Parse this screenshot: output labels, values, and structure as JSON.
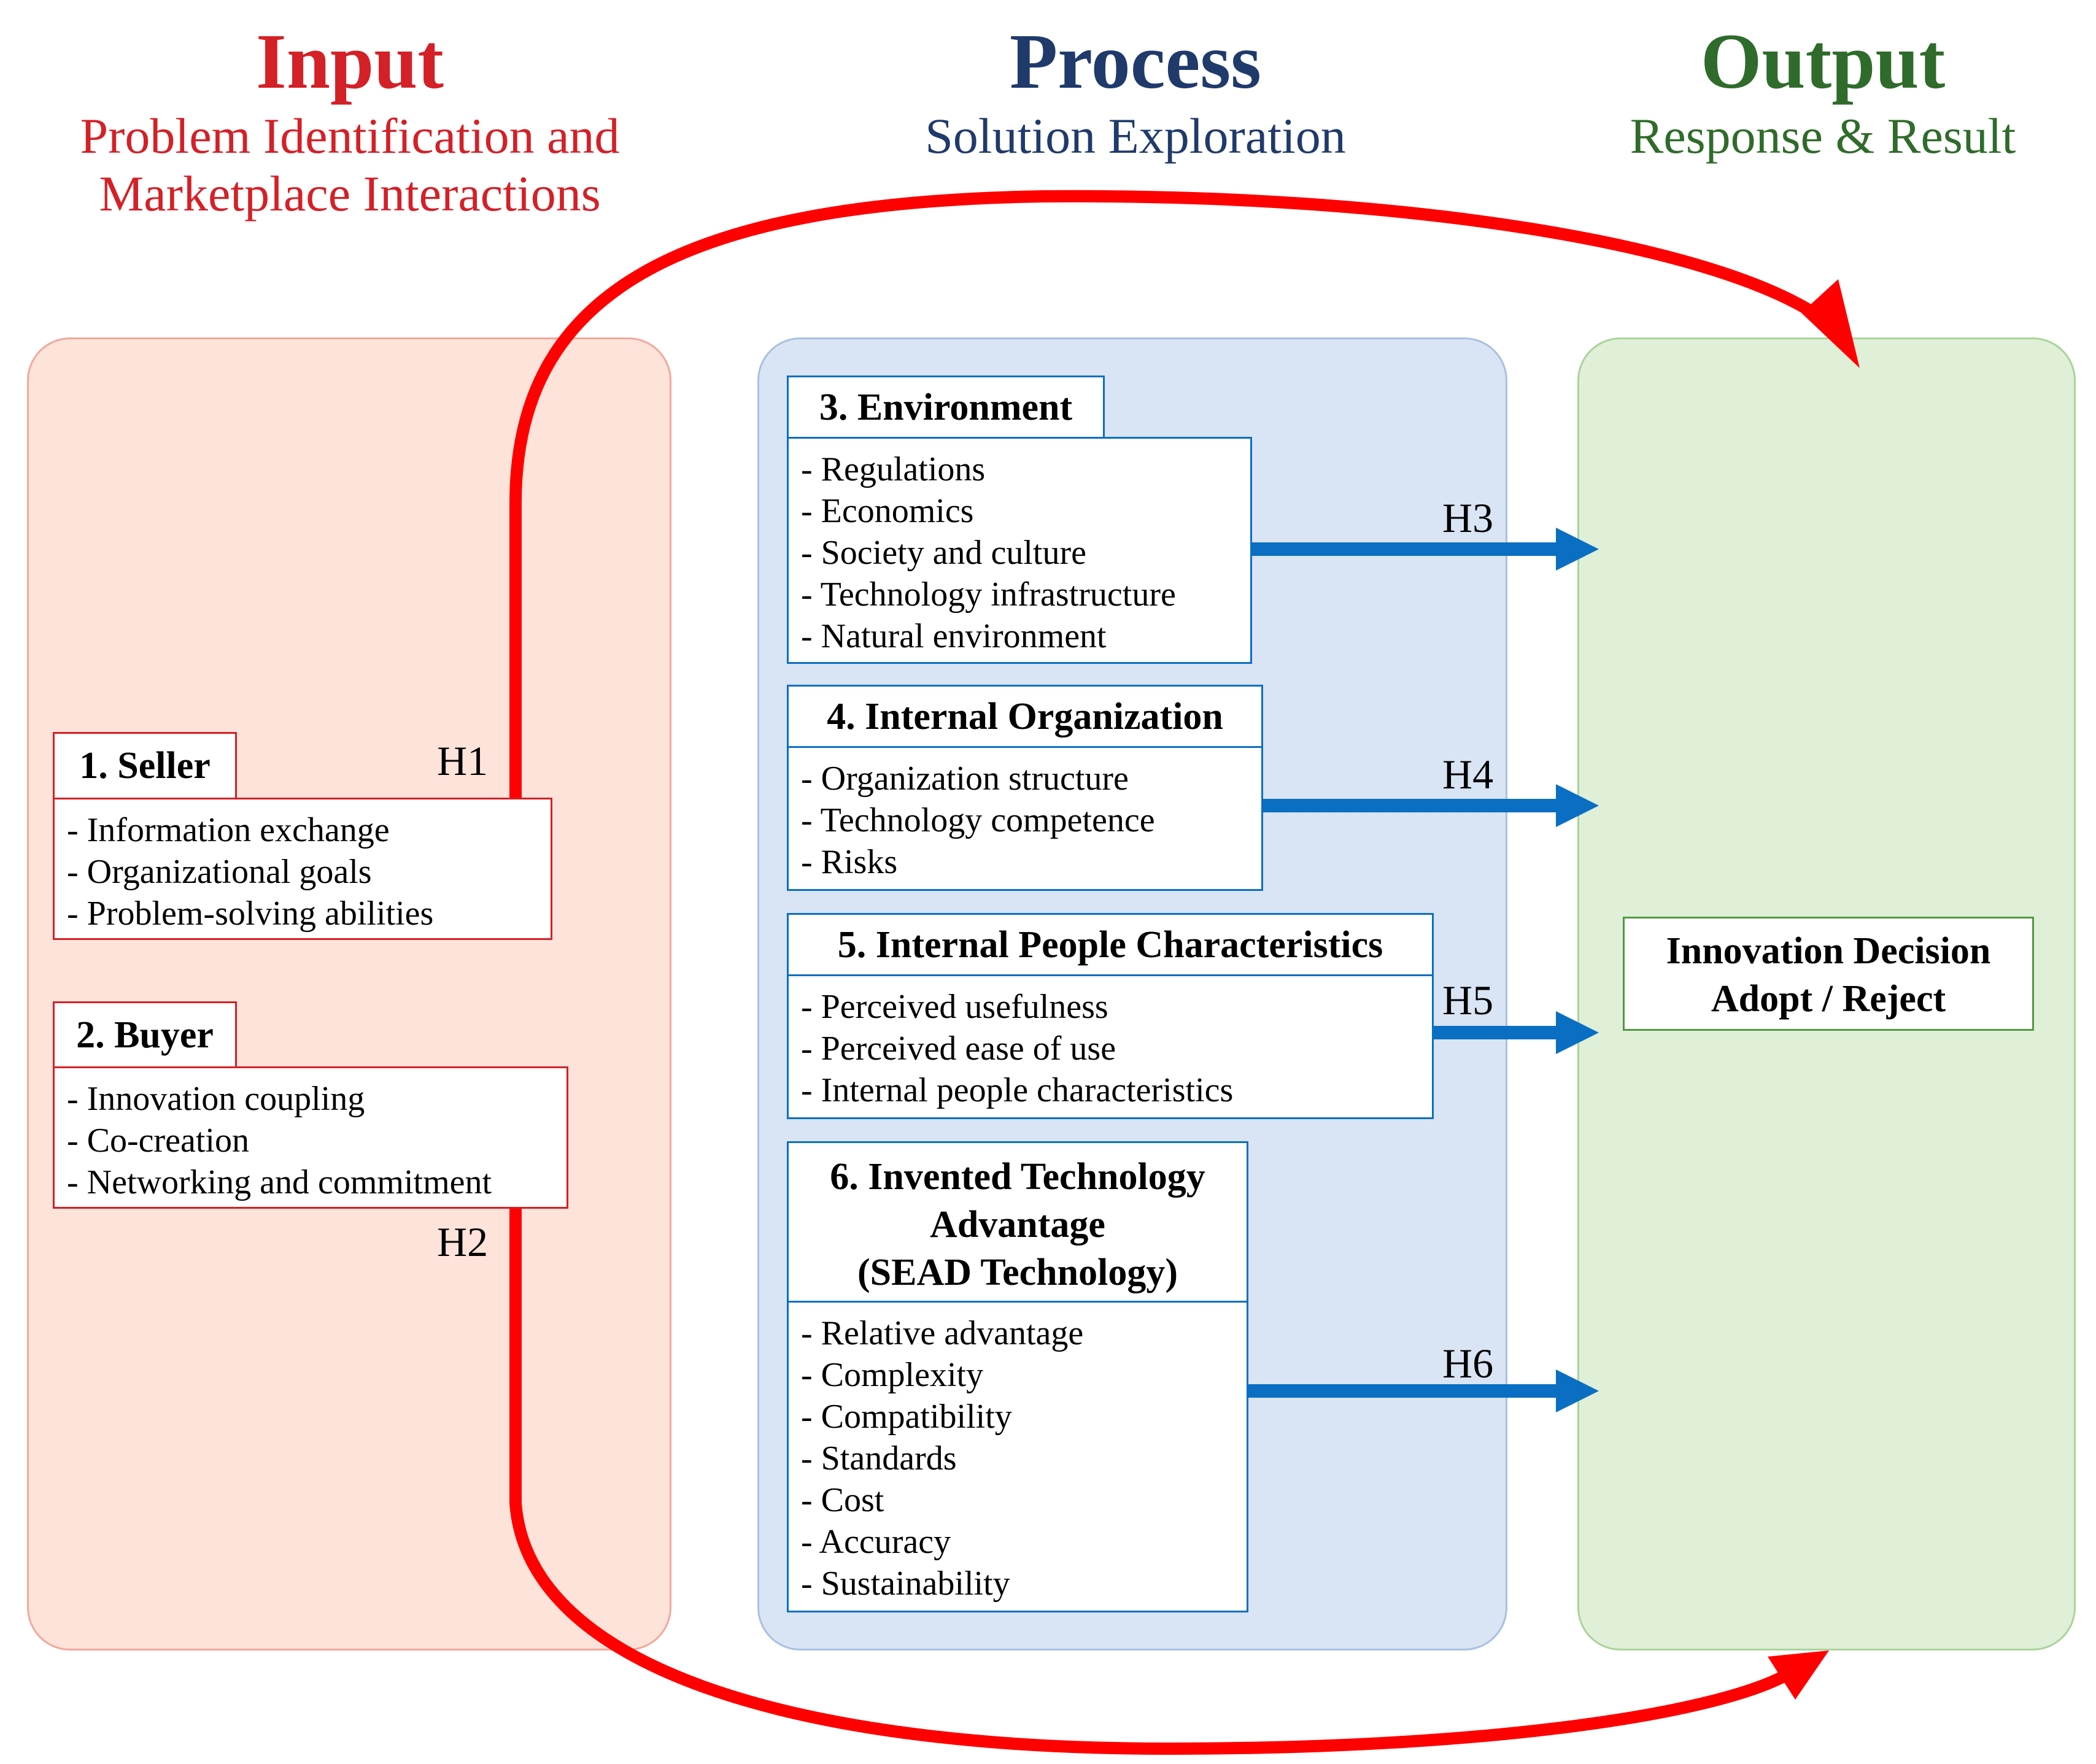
{
  "input": {
    "title": "Input",
    "subtitle_line1": "Problem Identification and",
    "subtitle_line2": "Marketplace Interactions",
    "color": "#d42027"
  },
  "process": {
    "title": "Process",
    "subtitle": "Solution Exploration",
    "color": "#1f3a6b"
  },
  "output": {
    "title": "Output",
    "subtitle": "Response & Result",
    "color": "#2f6b2a"
  },
  "seller": {
    "header": "1. Seller",
    "items": [
      "- Information exchange",
      "- Organizational goals",
      "- Problem-solving abilities"
    ]
  },
  "buyer": {
    "header": "2. Buyer",
    "items": [
      "- Innovation coupling",
      "- Co-creation",
      "- Networking and commitment"
    ]
  },
  "environment": {
    "header": "3. Environment",
    "items": [
      "- Regulations",
      "- Economics",
      "- Society and culture",
      "- Technology infrastructure",
      "- Natural environment"
    ]
  },
  "internal_org": {
    "header": "4. Internal Organization",
    "items": [
      "- Organization structure",
      "- Technology competence",
      "- Risks"
    ]
  },
  "internal_people": {
    "header": "5. Internal People Characteristics",
    "items": [
      "- Perceived usefulness",
      "- Perceived ease of use",
      "- Internal people characteristics"
    ]
  },
  "invented_tech": {
    "header_line1": "6. Invented Technology",
    "header_line2": "Advantage",
    "header_line3": "(SEAD Technology)",
    "items": [
      "- Relative advantage",
      "- Complexity",
      "- Compatibility",
      "- Standards",
      "- Cost",
      "- Accuracy",
      "- Sustainability"
    ]
  },
  "decision": {
    "line1": "Innovation Decision",
    "line2": "Adopt / Reject"
  },
  "hypotheses": {
    "h1": "H1",
    "h2": "H2",
    "h3": "H3",
    "h4": "H4",
    "h5": "H5",
    "h6": "H6"
  },
  "colors": {
    "red_arrow": "#ff0000",
    "blue_arrow": "#0a6fc2",
    "input_panel": "#fde3da",
    "process_panel": "#d9e4f4",
    "output_panel": "#e0efd8"
  }
}
